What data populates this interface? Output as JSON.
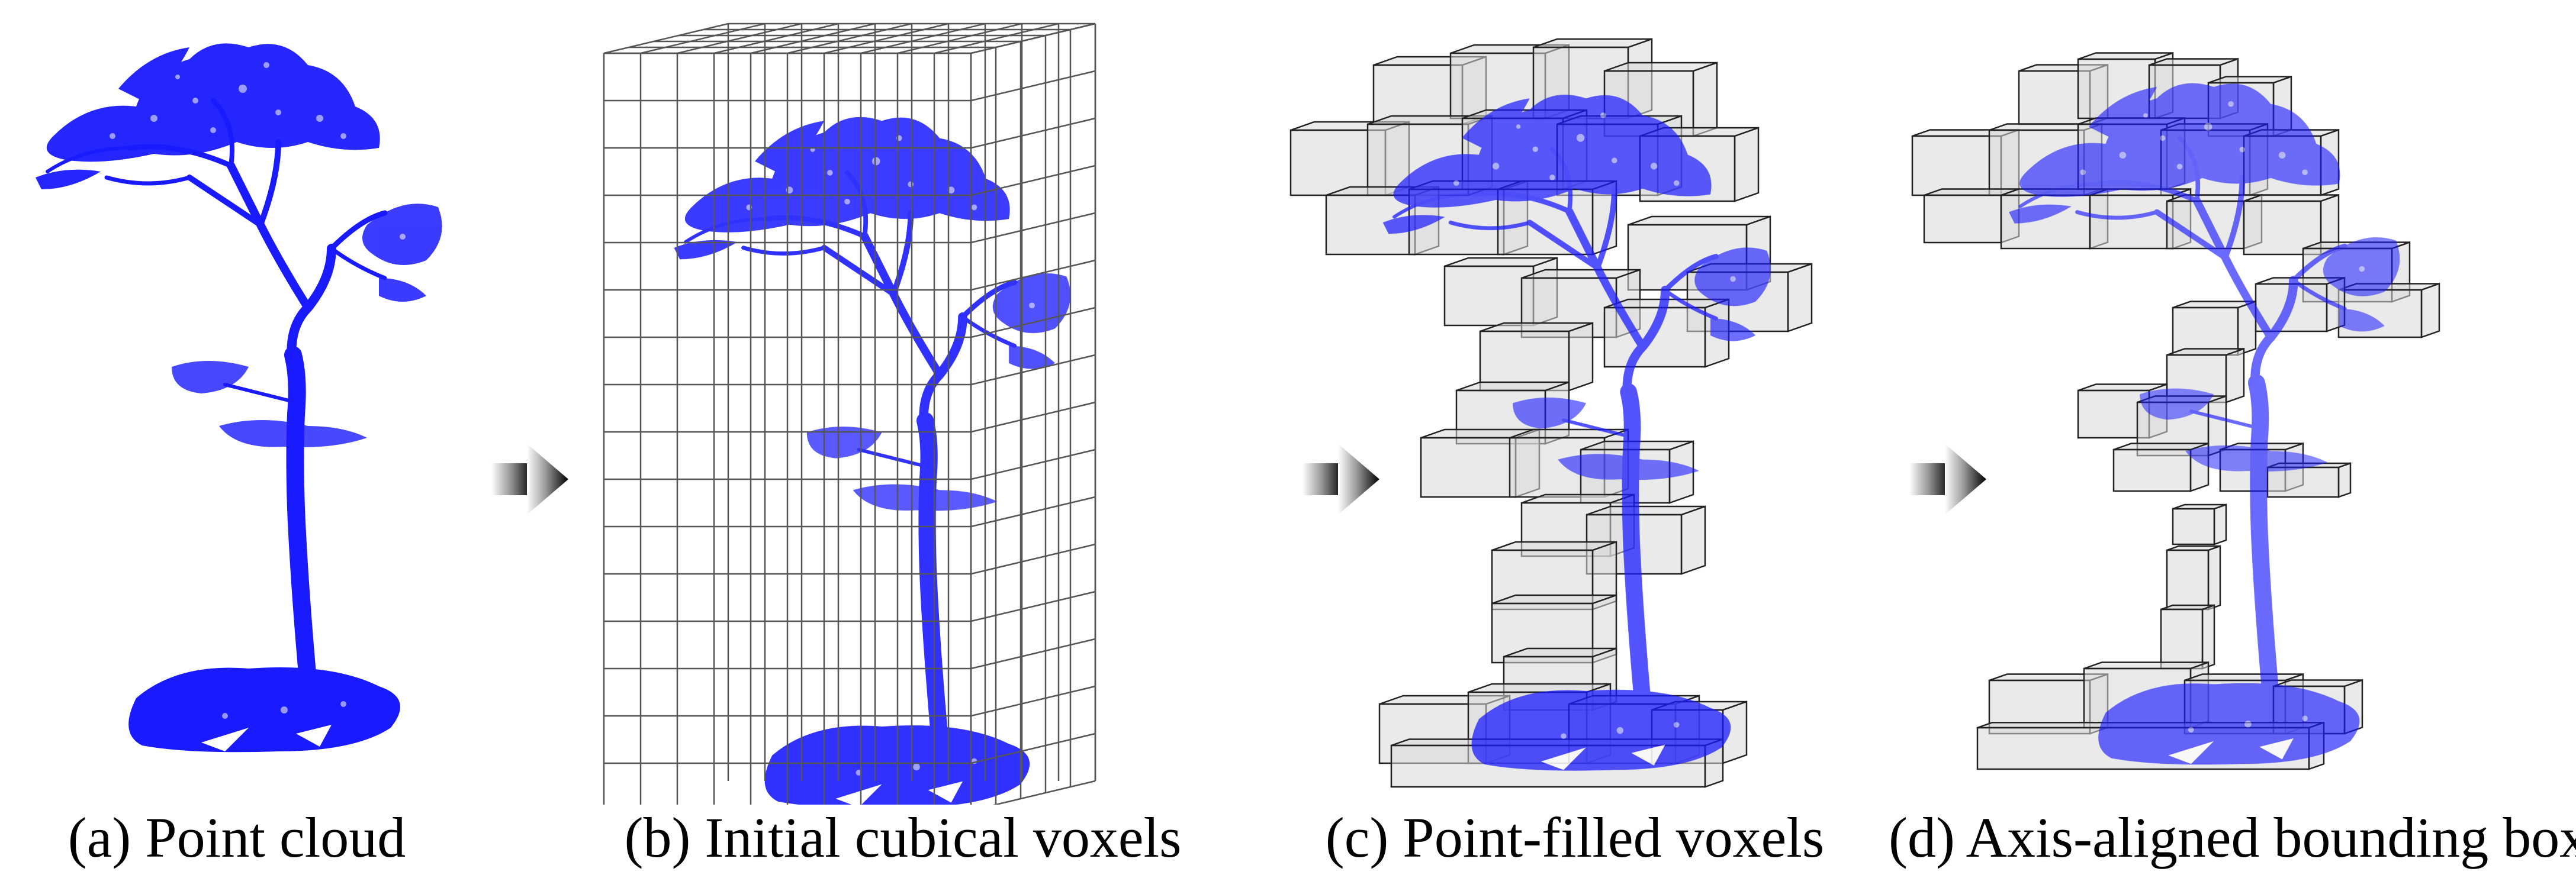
{
  "panels": [
    {
      "id": "a",
      "caption": "(a) Point cloud"
    },
    {
      "id": "b",
      "caption": "(b) Initial cubical voxels"
    },
    {
      "id": "c",
      "caption": "(c) Point-filled voxels"
    },
    {
      "id": "d",
      "caption": "(d) Axis-aligned bounding box"
    }
  ],
  "colors": {
    "points": "#1a1aff",
    "points_light": "#6a6af0",
    "voxel_fill": "#d9d9d9",
    "voxel_stroke": "#222222",
    "grid_stroke": "#555555"
  },
  "icons": [
    "right-arrow-icon",
    "right-arrow-icon",
    "right-arrow-icon"
  ]
}
